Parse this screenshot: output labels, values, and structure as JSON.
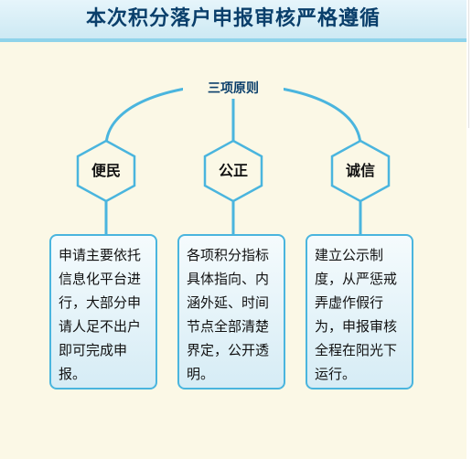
{
  "title": "本次积分落户申报审核严格遵循",
  "principles_label": "三项原则",
  "principles": [
    {
      "name": "便民",
      "description": "申请主要依托信息化平台进行，大部分申请人足不出户即可完成申报。"
    },
    {
      "name": "公正",
      "description": "各项积分指标具体指向、内涵外延、时间节点全部清楚界定，公开透明。"
    },
    {
      "name": "诚信",
      "description": "建立公示制度，从严惩戒弄虚作假行为，申报审核全程在阳光下运行。"
    }
  ],
  "colors": {
    "accent": "#4ab5de",
    "title_text": "#0a3f6b",
    "background": "#fbf8e6",
    "header_bg": "#cde9f3"
  }
}
